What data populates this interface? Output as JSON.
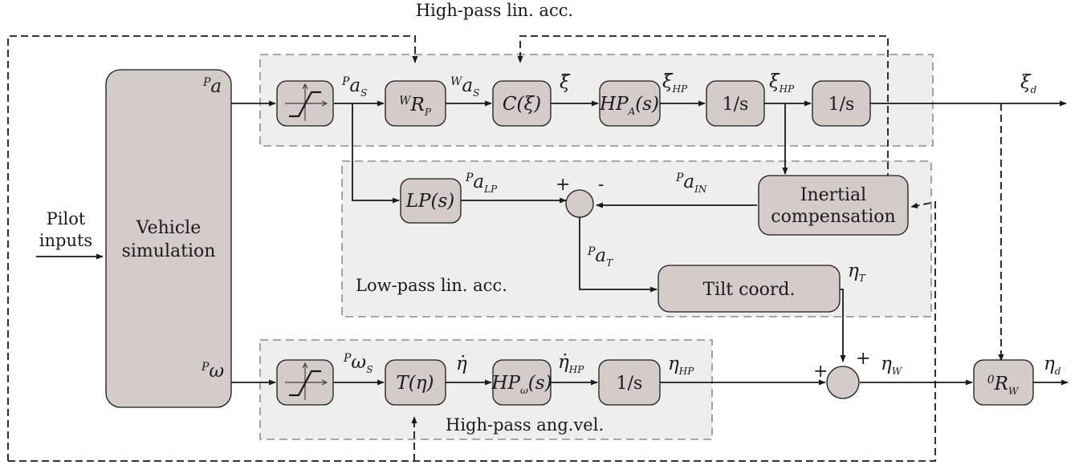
{
  "title": "High-pass lin. acc.",
  "groups": {
    "low_pass": "Low-pass lin. acc.",
    "high_pass_ang": "High-pass ang.vel."
  },
  "inputs": {
    "pilot_line1": "Pilot",
    "pilot_line2": "inputs"
  },
  "blocks": {
    "vehicle_line1": "Vehicle",
    "vehicle_line2": "simulation",
    "R_P": {
      "sup": "W",
      "base": "R",
      "sub": "P"
    },
    "C": "C(ξ)",
    "HP_A": {
      "base": "HP",
      "sub": "A",
      "tail": "(s)"
    },
    "int_1": "1/s",
    "int_2": "1/s",
    "int_3": "1/s",
    "LP": "LP(s)",
    "inertial_line1": "Inertial",
    "inertial_line2": "compensation",
    "tilt": "Tilt coord.",
    "T": "T(η)",
    "HP_w": {
      "base": "HP",
      "sub": "ω",
      "tail": "(s)"
    },
    "R_W": {
      "sup": "0",
      "base": "R",
      "sub": "W"
    }
  },
  "signals": {
    "Pa": {
      "sup": "P",
      "base": "a"
    },
    "Pw": {
      "sup": "P",
      "base": "ω"
    },
    "Pa_S": {
      "sup": "P",
      "base": "a",
      "sub": "S"
    },
    "Wa_S": {
      "sup": "W",
      "base": "a",
      "sub": "S"
    },
    "xi_ddot": "ξ̈",
    "xi_ddot_HP": {
      "base": "ξ̈",
      "sub": "HP"
    },
    "xi_dot_HP": {
      "base": "ξ̇",
      "sub": "HP"
    },
    "xi_d": {
      "base": "ξ",
      "sub": "d"
    },
    "Pa_LP": {
      "sup": "P",
      "base": "a",
      "sub": "LP"
    },
    "Pa_IN": {
      "sup": "P",
      "base": "a",
      "sub": "IN"
    },
    "Pa_T": {
      "sup": "P",
      "base": "a",
      "sub": "T"
    },
    "eta_T": {
      "base": "η",
      "sub": "T"
    },
    "Pw_S": {
      "sup": "P",
      "base": "ω",
      "sub": "S"
    },
    "eta_dot": "η̇",
    "eta_dot_HP": {
      "base": "η̇",
      "sub": "HP"
    },
    "eta_HP": {
      "base": "η",
      "sub": "HP"
    },
    "eta_W": {
      "base": "η",
      "sub": "W"
    },
    "eta_d": {
      "base": "η",
      "sub": "d"
    }
  },
  "junctions": {
    "plus": "+",
    "minus": "-"
  }
}
